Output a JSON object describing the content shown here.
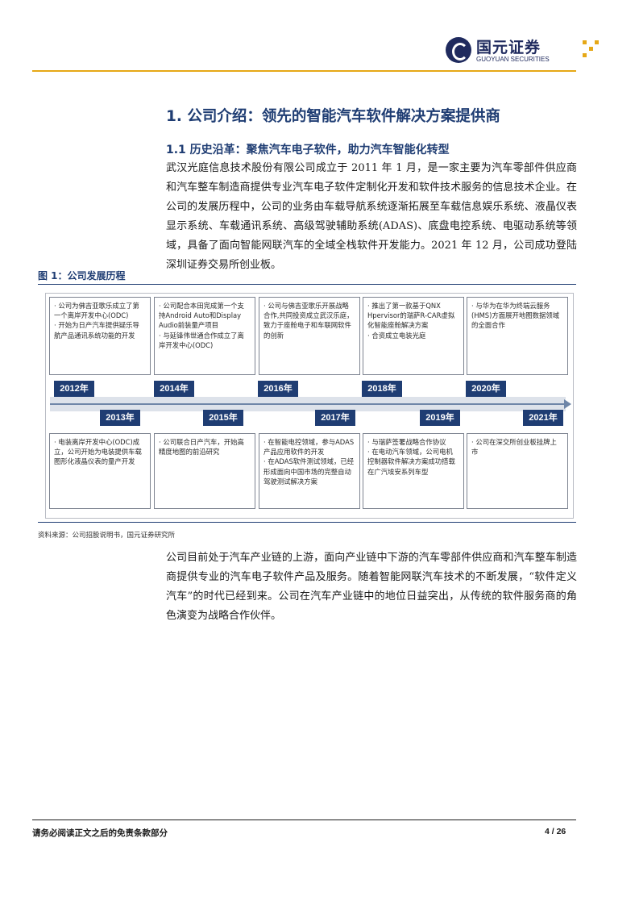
{
  "header": {
    "logo_cn": "国元证券",
    "logo_en": "GUOYUAN SECURITIES",
    "brand_color": "#1f2a5e",
    "accent_color": "#e6a817"
  },
  "section": {
    "h1": "1. 公司介绍：领先的智能汽车软件解决方案提供商",
    "h2": "1.1 历史沿革：聚焦汽车电子软件，助力汽车智能化转型"
  },
  "paragraph1": "武汉光庭信息技术股份有限公司成立于 2011 年 1 月，是一家主要为汽车零部件供应商和汽车整车制造商提供专业汽车电子软件定制化开发和软件技术服务的信息技术企业。在公司的发展历程中，公司的业务由车载导航系统逐渐拓展至车载信息娱乐系统、液晶仪表显示系统、车载通讯系统、高级驾驶辅助系统(ADAS)、底盘电控系统、电驱动系统等领域，具备了面向智能网联汽车的全域全栈软件开发能力。2021 年 12 月，公司成功登陆深圳证券交易所创业板。",
  "figure": {
    "title": "图 1：公司发展历程",
    "source": "资料来源：公司招股说明书，国元证券研究所",
    "timeline": {
      "top": [
        {
          "year": "2012年",
          "lines": [
            "· 公司为佛吉亚歌乐成立了第一个离岸开发中心(ODC)",
            "· 开始为日产汽车提供疑乐导航产品通讯系统功能的开发"
          ]
        },
        {
          "year": "2014年",
          "lines": [
            "· 公司配合本田完成第一个支持Android Auto和Display Audio前装量产项目",
            "· 与延锋伟世通合作成立了离岸开发中心(ODC)"
          ]
        },
        {
          "year": "2016年",
          "lines": [
            "· 公司与佛吉亚歌乐开展战略合作,共同投资成立武汉乐庭，致力于座舱电子和车联网软件的创新"
          ]
        },
        {
          "year": "2018年",
          "lines": [
            "· 推出了第一款基于QNX Hpervisor的瑞萨R-CAR虚拟化智能座舱解决方案",
            "· 合资成立电装光庭"
          ]
        },
        {
          "year": "2020年",
          "lines": [
            "· 与华为在华为终端云服务(HMS)方面展开地图数据领域的全面合作"
          ]
        }
      ],
      "bottom": [
        {
          "year": "2013年",
          "lines": [
            "· 电装离岸开发中心(ODC)成立，公司开始为电装提供车载图形化液晶仪表的量产开发"
          ]
        },
        {
          "year": "2015年",
          "lines": [
            "· 公司联合日产汽车，开始高精度地图的前沿研究"
          ]
        },
        {
          "year": "2017年",
          "lines": [
            "· 在智能电控领域，参与ADAS产品应用软件的开发",
            "· 在ADAS软件测试领域，已经形成面向中国市场的完整自动驾驶测试解决方案"
          ]
        },
        {
          "year": "2019年",
          "lines": [
            "· 与瑞萨签署战略合作协议",
            "· 在电动汽车领域，公司电机控制器软件解决方案成功搭载在广汽埃安系列车型"
          ]
        },
        {
          "year": "2021年",
          "lines": [
            "· 公司在深交所创业板挂牌上市"
          ]
        }
      ]
    }
  },
  "paragraph2": "公司目前处于汽车产业链的上游，面向产业链中下游的汽车零部件供应商和汽车整车制造商提供专业的汽车电子软件产品及服务。随着智能网联汽车技术的不断发展，“软件定义汽车”的时代已经到来。公司在汽车产业链中的地位日益突出，从传统的软件服务商的角色演变为战略合作伙伴。",
  "footer": {
    "disclaimer": "请务必阅读正文之后的免责条款部分",
    "page": "4 / 26"
  }
}
